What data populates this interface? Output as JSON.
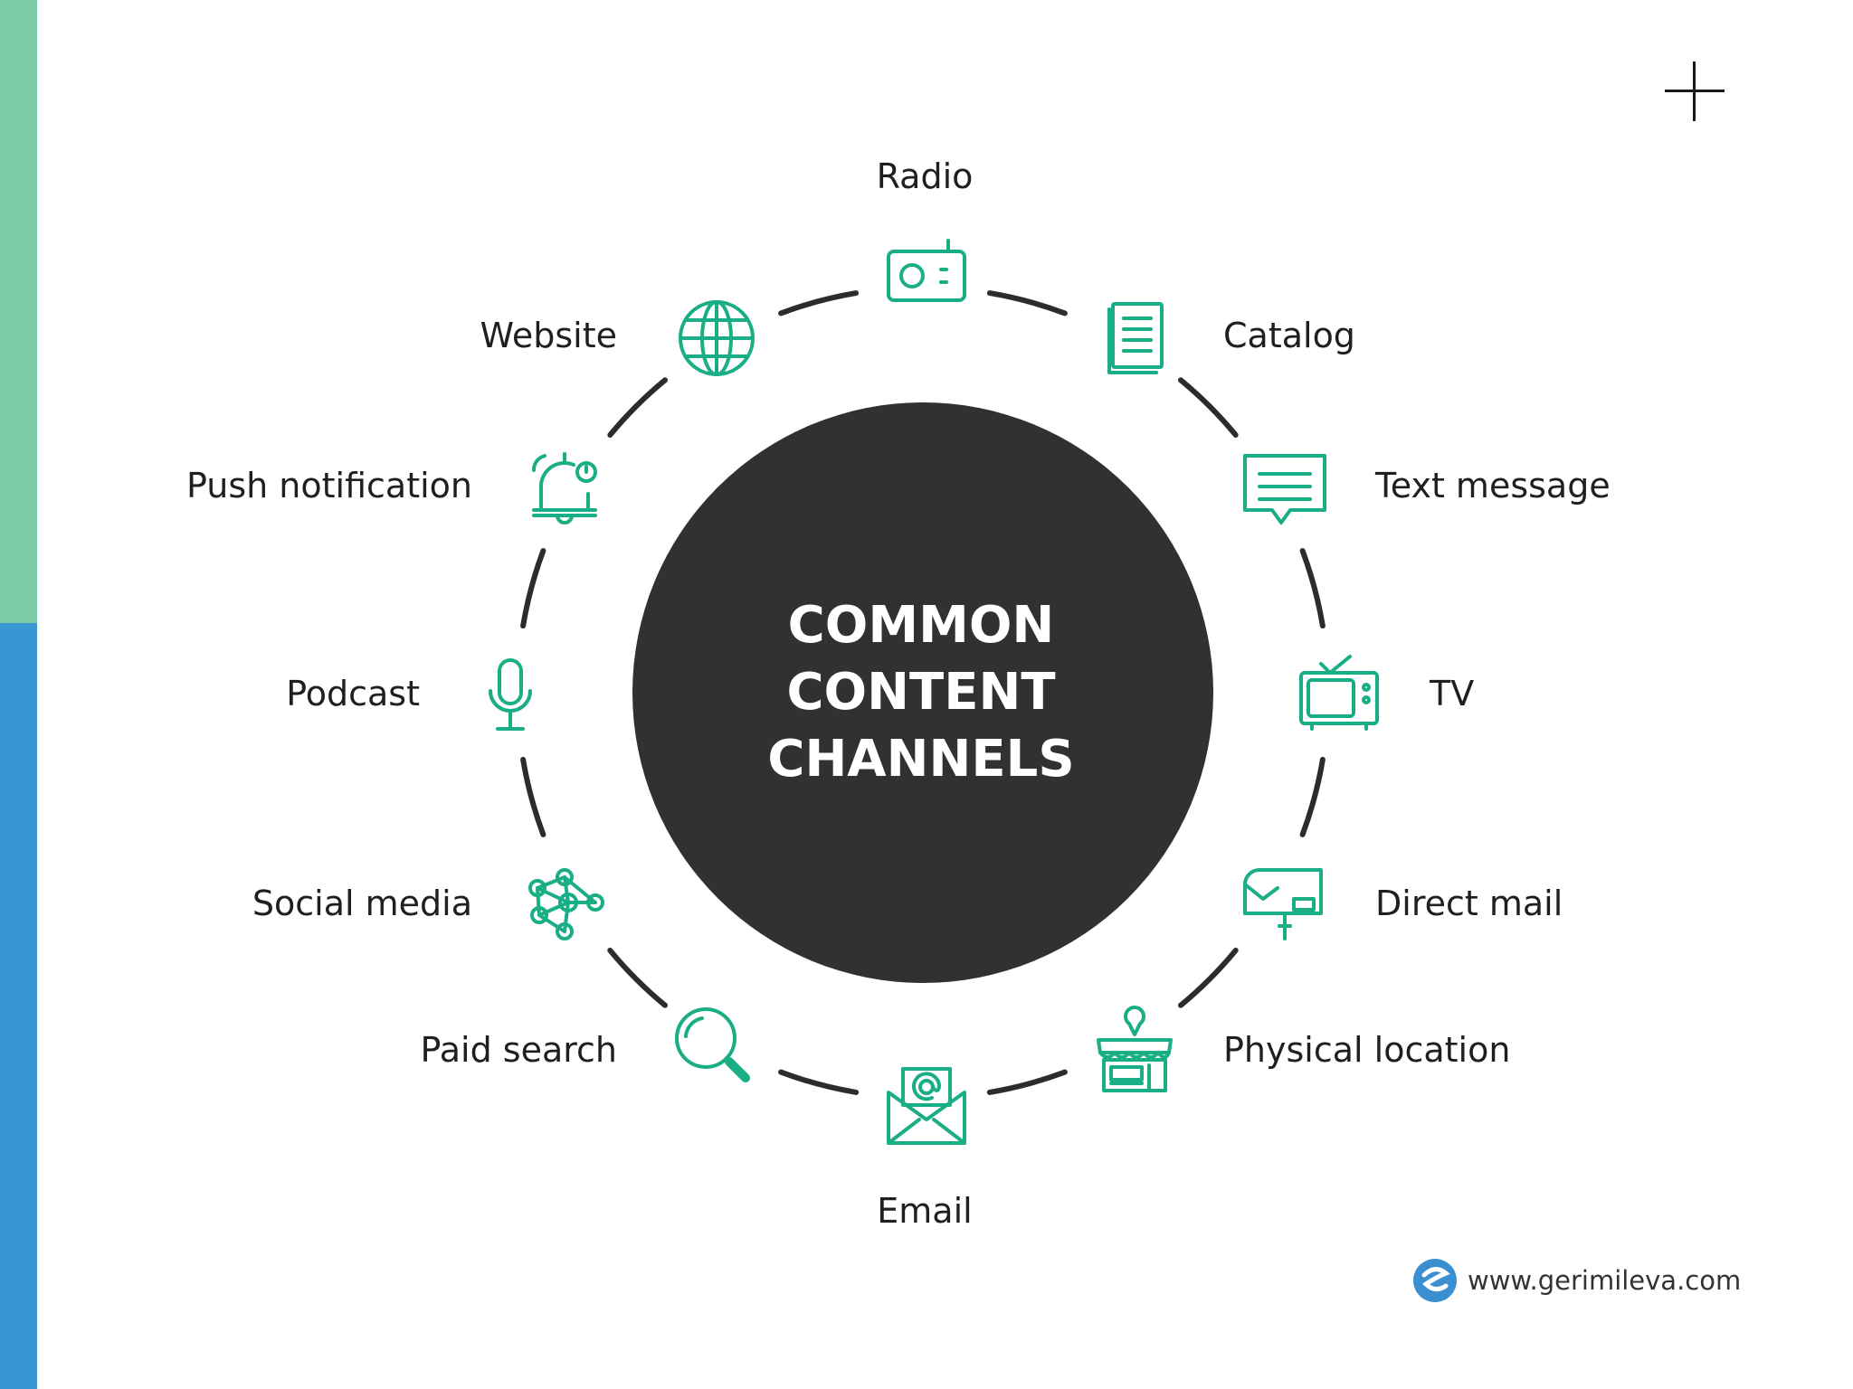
{
  "colors": {
    "sidebar_top": "#7ecba9",
    "sidebar_bottom": "#3897d3",
    "accent_icon": "#1aae86",
    "ring": "#2c2c2c",
    "center_circle": "#313131",
    "logo": "#3a8fd1"
  },
  "center": {
    "lines": [
      "COMMON",
      "CONTENT",
      "CHANNELS"
    ]
  },
  "channels": [
    {
      "label": "Radio",
      "icon": "radio-icon"
    },
    {
      "label": "Catalog",
      "icon": "catalog-icon"
    },
    {
      "label": "Text message",
      "icon": "text-message-icon"
    },
    {
      "label": "TV",
      "icon": "tv-icon"
    },
    {
      "label": "Direct mail",
      "icon": "mailbox-icon"
    },
    {
      "label": "Physical location",
      "icon": "store-icon"
    },
    {
      "label": "Email",
      "icon": "email-icon"
    },
    {
      "label": "Paid search",
      "icon": "search-icon"
    },
    {
      "label": "Social media",
      "icon": "network-icon"
    },
    {
      "label": "Podcast",
      "icon": "microphone-icon"
    },
    {
      "label": "Push notification",
      "icon": "bell-icon"
    },
    {
      "label": "Website",
      "icon": "globe-icon"
    }
  ],
  "footer": {
    "url": "www.gerimileva.com",
    "logo_icon": "gerimileva-logo-icon"
  },
  "corner_icon": "plus-icon"
}
